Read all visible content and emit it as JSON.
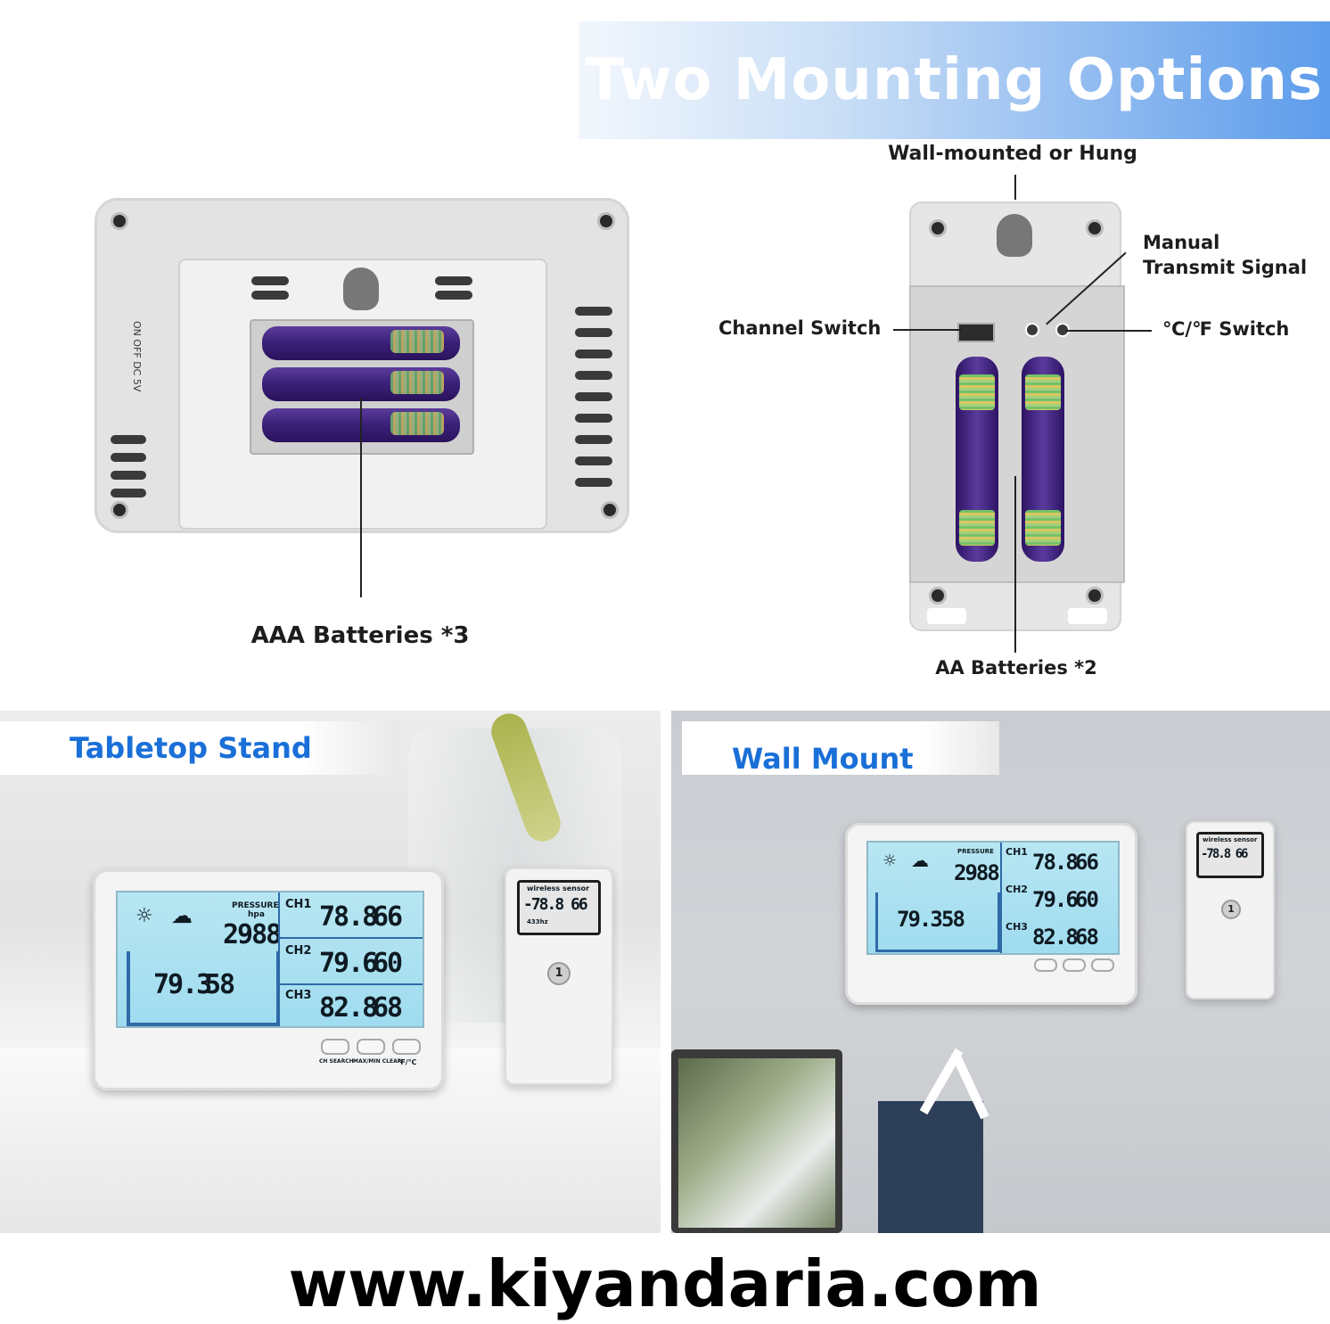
{
  "header": {
    "title": "Two Mounting Options"
  },
  "back_diagram": {
    "battery_label": "AAA Batteries *3",
    "side_text": "ON OFF DC 5V"
  },
  "sensor_diagram": {
    "top_label": "Wall-mounted or Hung",
    "transmit_label_line1": "Manual",
    "transmit_label_line2": "Transmit Signal",
    "channel_label": "Channel Switch",
    "unit_label": "℃/℉ Switch",
    "battery_label": "AA Batteries *2"
  },
  "tabletop": {
    "tag": "Tabletop Stand",
    "pressure_label": "PRESSURE",
    "pressure_unit": "hpa",
    "pressure_value": "2988",
    "indoor_temp": "79.3",
    "indoor_hum": "58",
    "channels": [
      {
        "name": "CH1",
        "temp": "78.8",
        "hum": "66"
      },
      {
        "name": "CH2",
        "temp": "79.6",
        "hum": "60"
      },
      {
        "name": "CH3",
        "temp": "82.8",
        "hum": "68"
      }
    ],
    "buttons": [
      "CH SEARCH",
      "MAX/MIN CLEAR",
      "℉/℃"
    ],
    "sensor_title": "wireless sensor",
    "sensor_reading": "-78.8 66",
    "sensor_freq": "433hz",
    "sensor_channel": "1"
  },
  "wallmount": {
    "tag": "Wall Mount",
    "pressure_label": "PRESSURE",
    "pressure_value": "2988",
    "indoor_temp": "79.3",
    "indoor_hum": "58",
    "channels": [
      {
        "name": "CH1",
        "temp": "78.8",
        "hum": "66"
      },
      {
        "name": "CH2",
        "temp": "79.6",
        "hum": "60"
      },
      {
        "name": "CH3",
        "temp": "82.8",
        "hum": "68"
      }
    ],
    "sensor_title": "wireless sensor",
    "sensor_reading": "-78.8 66",
    "sensor_channel": "1"
  },
  "footer": {
    "url": "www.kiyandaria.com"
  }
}
